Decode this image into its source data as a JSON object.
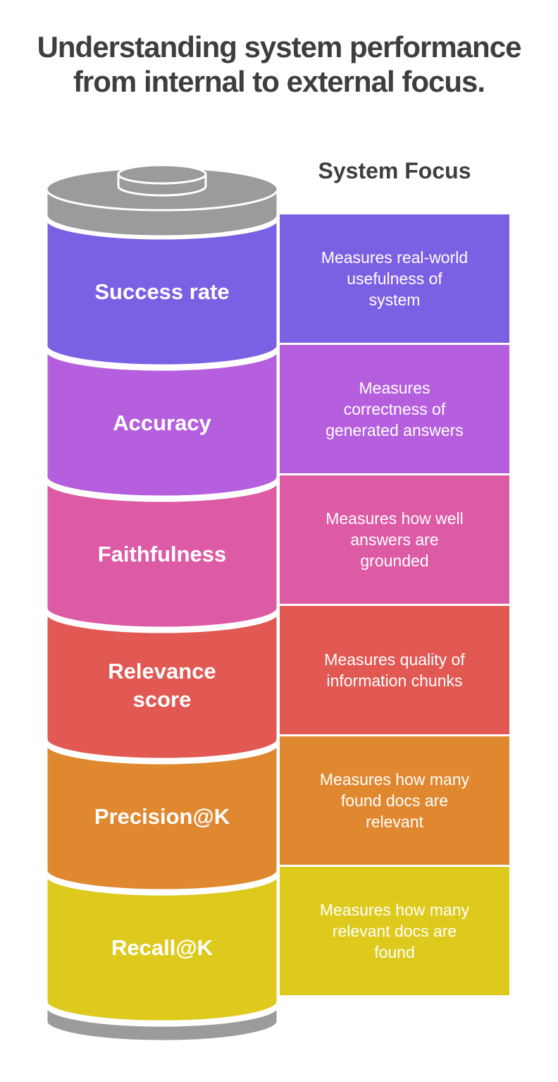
{
  "title": {
    "line1": "Understanding system performance",
    "line2": "from internal to external focus."
  },
  "column_header": "System Focus",
  "battery": {
    "metal_color": "#9b9b9b",
    "outline_color": "#ffffff"
  },
  "metrics": [
    {
      "label_lines": [
        "Success rate"
      ],
      "color": "#7c60e4",
      "focus_lines": [
        "Measures real-world",
        "usefulness of",
        "system"
      ]
    },
    {
      "label_lines": [
        "Accuracy"
      ],
      "color": "#b55fde",
      "focus_lines": [
        "Measures",
        "correctness of",
        "generated answers"
      ]
    },
    {
      "label_lines": [
        "Faithfulness"
      ],
      "color": "#dd5aa4",
      "focus_lines": [
        "Measures how well",
        "answers are",
        "grounded"
      ]
    },
    {
      "label_lines": [
        "Relevance",
        "score"
      ],
      "color": "#e25853",
      "focus_lines": [
        "Measures quality of",
        "information chunks"
      ]
    },
    {
      "label_lines": [
        "Precision@K"
      ],
      "color": "#e0882f",
      "focus_lines": [
        "Measures how many",
        "found docs are",
        "relevant"
      ]
    },
    {
      "label_lines": [
        "Recall@K"
      ],
      "color": "#ddca1d",
      "focus_lines": [
        "Measures how many",
        "relevant docs are",
        "found"
      ]
    }
  ]
}
